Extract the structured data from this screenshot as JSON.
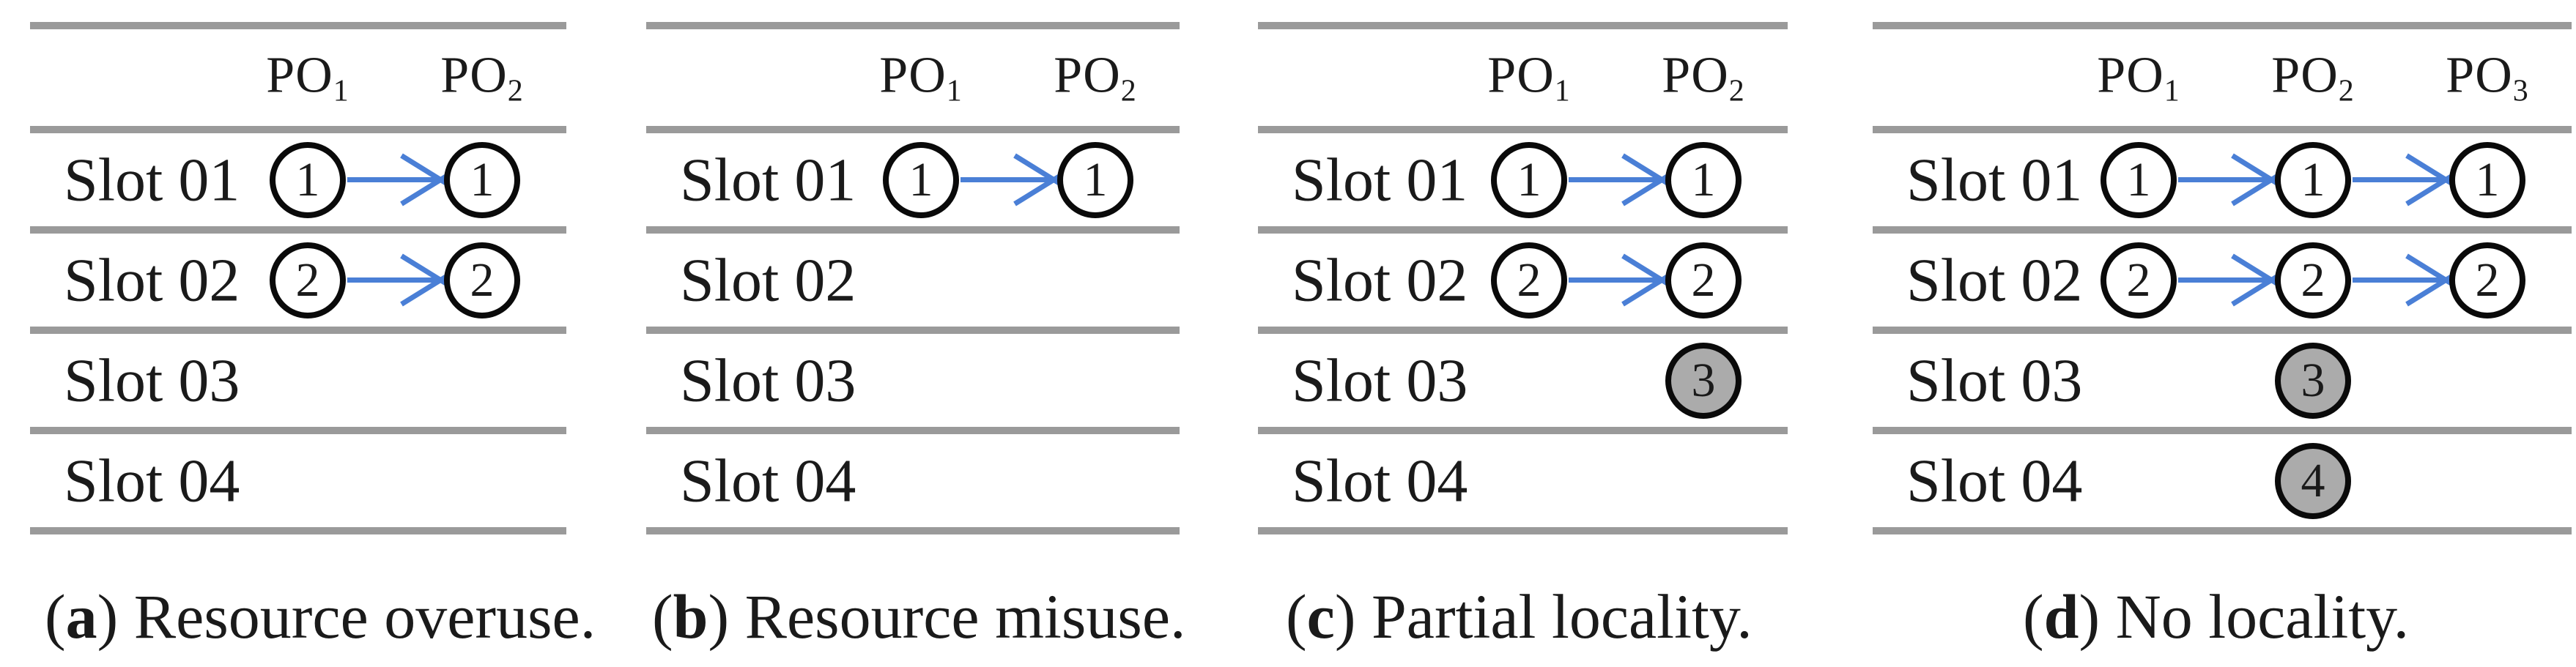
{
  "figure": {
    "colors": {
      "arrow_blue": "#4a7fd6",
      "rule_gray": "#9a9a9a",
      "scheduled_circle_fill": "#ffffff",
      "queued_circle_fill": "#ababab",
      "circle_border": "#0a0a0a"
    },
    "panels": [
      {
        "id": "a",
        "caption": {
          "open": "(",
          "letter": "a",
          "close": ")",
          "text": " Resource overuse."
        },
        "columns": [
          {
            "name": "PO",
            "sub": "1"
          },
          {
            "name": "PO",
            "sub": "2"
          }
        ],
        "rows": [
          {
            "label": "Slot 01",
            "cells": [
              {
                "col": 0,
                "value": "1",
                "queued": false
              },
              {
                "col": 1,
                "value": "1",
                "queued": false
              }
            ],
            "arrows": [
              [
                0,
                1
              ]
            ]
          },
          {
            "label": "Slot 02",
            "cells": [
              {
                "col": 0,
                "value": "2",
                "queued": false
              },
              {
                "col": 1,
                "value": "2",
                "queued": false
              }
            ],
            "arrows": [
              [
                0,
                1
              ]
            ]
          },
          {
            "label": "Slot 03",
            "cells": [],
            "arrows": []
          },
          {
            "label": "Slot 04",
            "cells": [],
            "arrows": []
          }
        ]
      },
      {
        "id": "b",
        "caption": {
          "open": "(",
          "letter": "b",
          "close": ")",
          "text": " Resource misuse."
        },
        "columns": [
          {
            "name": "PO",
            "sub": "1"
          },
          {
            "name": "PO",
            "sub": "2"
          }
        ],
        "rows": [
          {
            "label": "Slot 01",
            "cells": [
              {
                "col": 0,
                "value": "1",
                "queued": false
              },
              {
                "col": 1,
                "value": "1",
                "queued": false
              }
            ],
            "arrows": [
              [
                0,
                1
              ]
            ]
          },
          {
            "label": "Slot 02",
            "cells": [],
            "arrows": []
          },
          {
            "label": "Slot 03",
            "cells": [],
            "arrows": []
          },
          {
            "label": "Slot 04",
            "cells": [],
            "arrows": []
          }
        ]
      },
      {
        "id": "c",
        "caption": {
          "open": "(",
          "letter": "c",
          "close": ")",
          "text": " Partial locality."
        },
        "columns": [
          {
            "name": "PO",
            "sub": "1"
          },
          {
            "name": "PO",
            "sub": "2"
          }
        ],
        "rows": [
          {
            "label": "Slot 01",
            "cells": [
              {
                "col": 0,
                "value": "1",
                "queued": false
              },
              {
                "col": 1,
                "value": "1",
                "queued": false
              }
            ],
            "arrows": [
              [
                0,
                1
              ]
            ]
          },
          {
            "label": "Slot 02",
            "cells": [
              {
                "col": 0,
                "value": "2",
                "queued": false
              },
              {
                "col": 1,
                "value": "2",
                "queued": false
              }
            ],
            "arrows": [
              [
                0,
                1
              ]
            ]
          },
          {
            "label": "Slot 03",
            "cells": [
              {
                "col": 1,
                "value": "3",
                "queued": true
              }
            ],
            "arrows": []
          },
          {
            "label": "Slot 04",
            "cells": [],
            "arrows": []
          }
        ]
      },
      {
        "id": "d",
        "caption": {
          "open": "(",
          "letter": "d",
          "close": ")",
          "text": " No locality."
        },
        "columns": [
          {
            "name": "PO",
            "sub": "1"
          },
          {
            "name": "PO",
            "sub": "2"
          },
          {
            "name": "PO",
            "sub": "3"
          }
        ],
        "rows": [
          {
            "label": "Slot 01",
            "cells": [
              {
                "col": 0,
                "value": "1",
                "queued": false
              },
              {
                "col": 1,
                "value": "1",
                "queued": false
              },
              {
                "col": 2,
                "value": "1",
                "queued": false
              }
            ],
            "arrows": [
              [
                0,
                1
              ],
              [
                1,
                2
              ]
            ]
          },
          {
            "label": "Slot 02",
            "cells": [
              {
                "col": 0,
                "value": "2",
                "queued": false
              },
              {
                "col": 1,
                "value": "2",
                "queued": false
              },
              {
                "col": 2,
                "value": "2",
                "queued": false
              }
            ],
            "arrows": [
              [
                0,
                1
              ],
              [
                1,
                2
              ]
            ]
          },
          {
            "label": "Slot 03",
            "cells": [
              {
                "col": 1,
                "value": "3",
                "queued": true
              }
            ],
            "arrows": []
          },
          {
            "label": "Slot 04",
            "cells": [
              {
                "col": 1,
                "value": "4",
                "queued": true
              }
            ],
            "arrows": []
          }
        ]
      }
    ]
  }
}
